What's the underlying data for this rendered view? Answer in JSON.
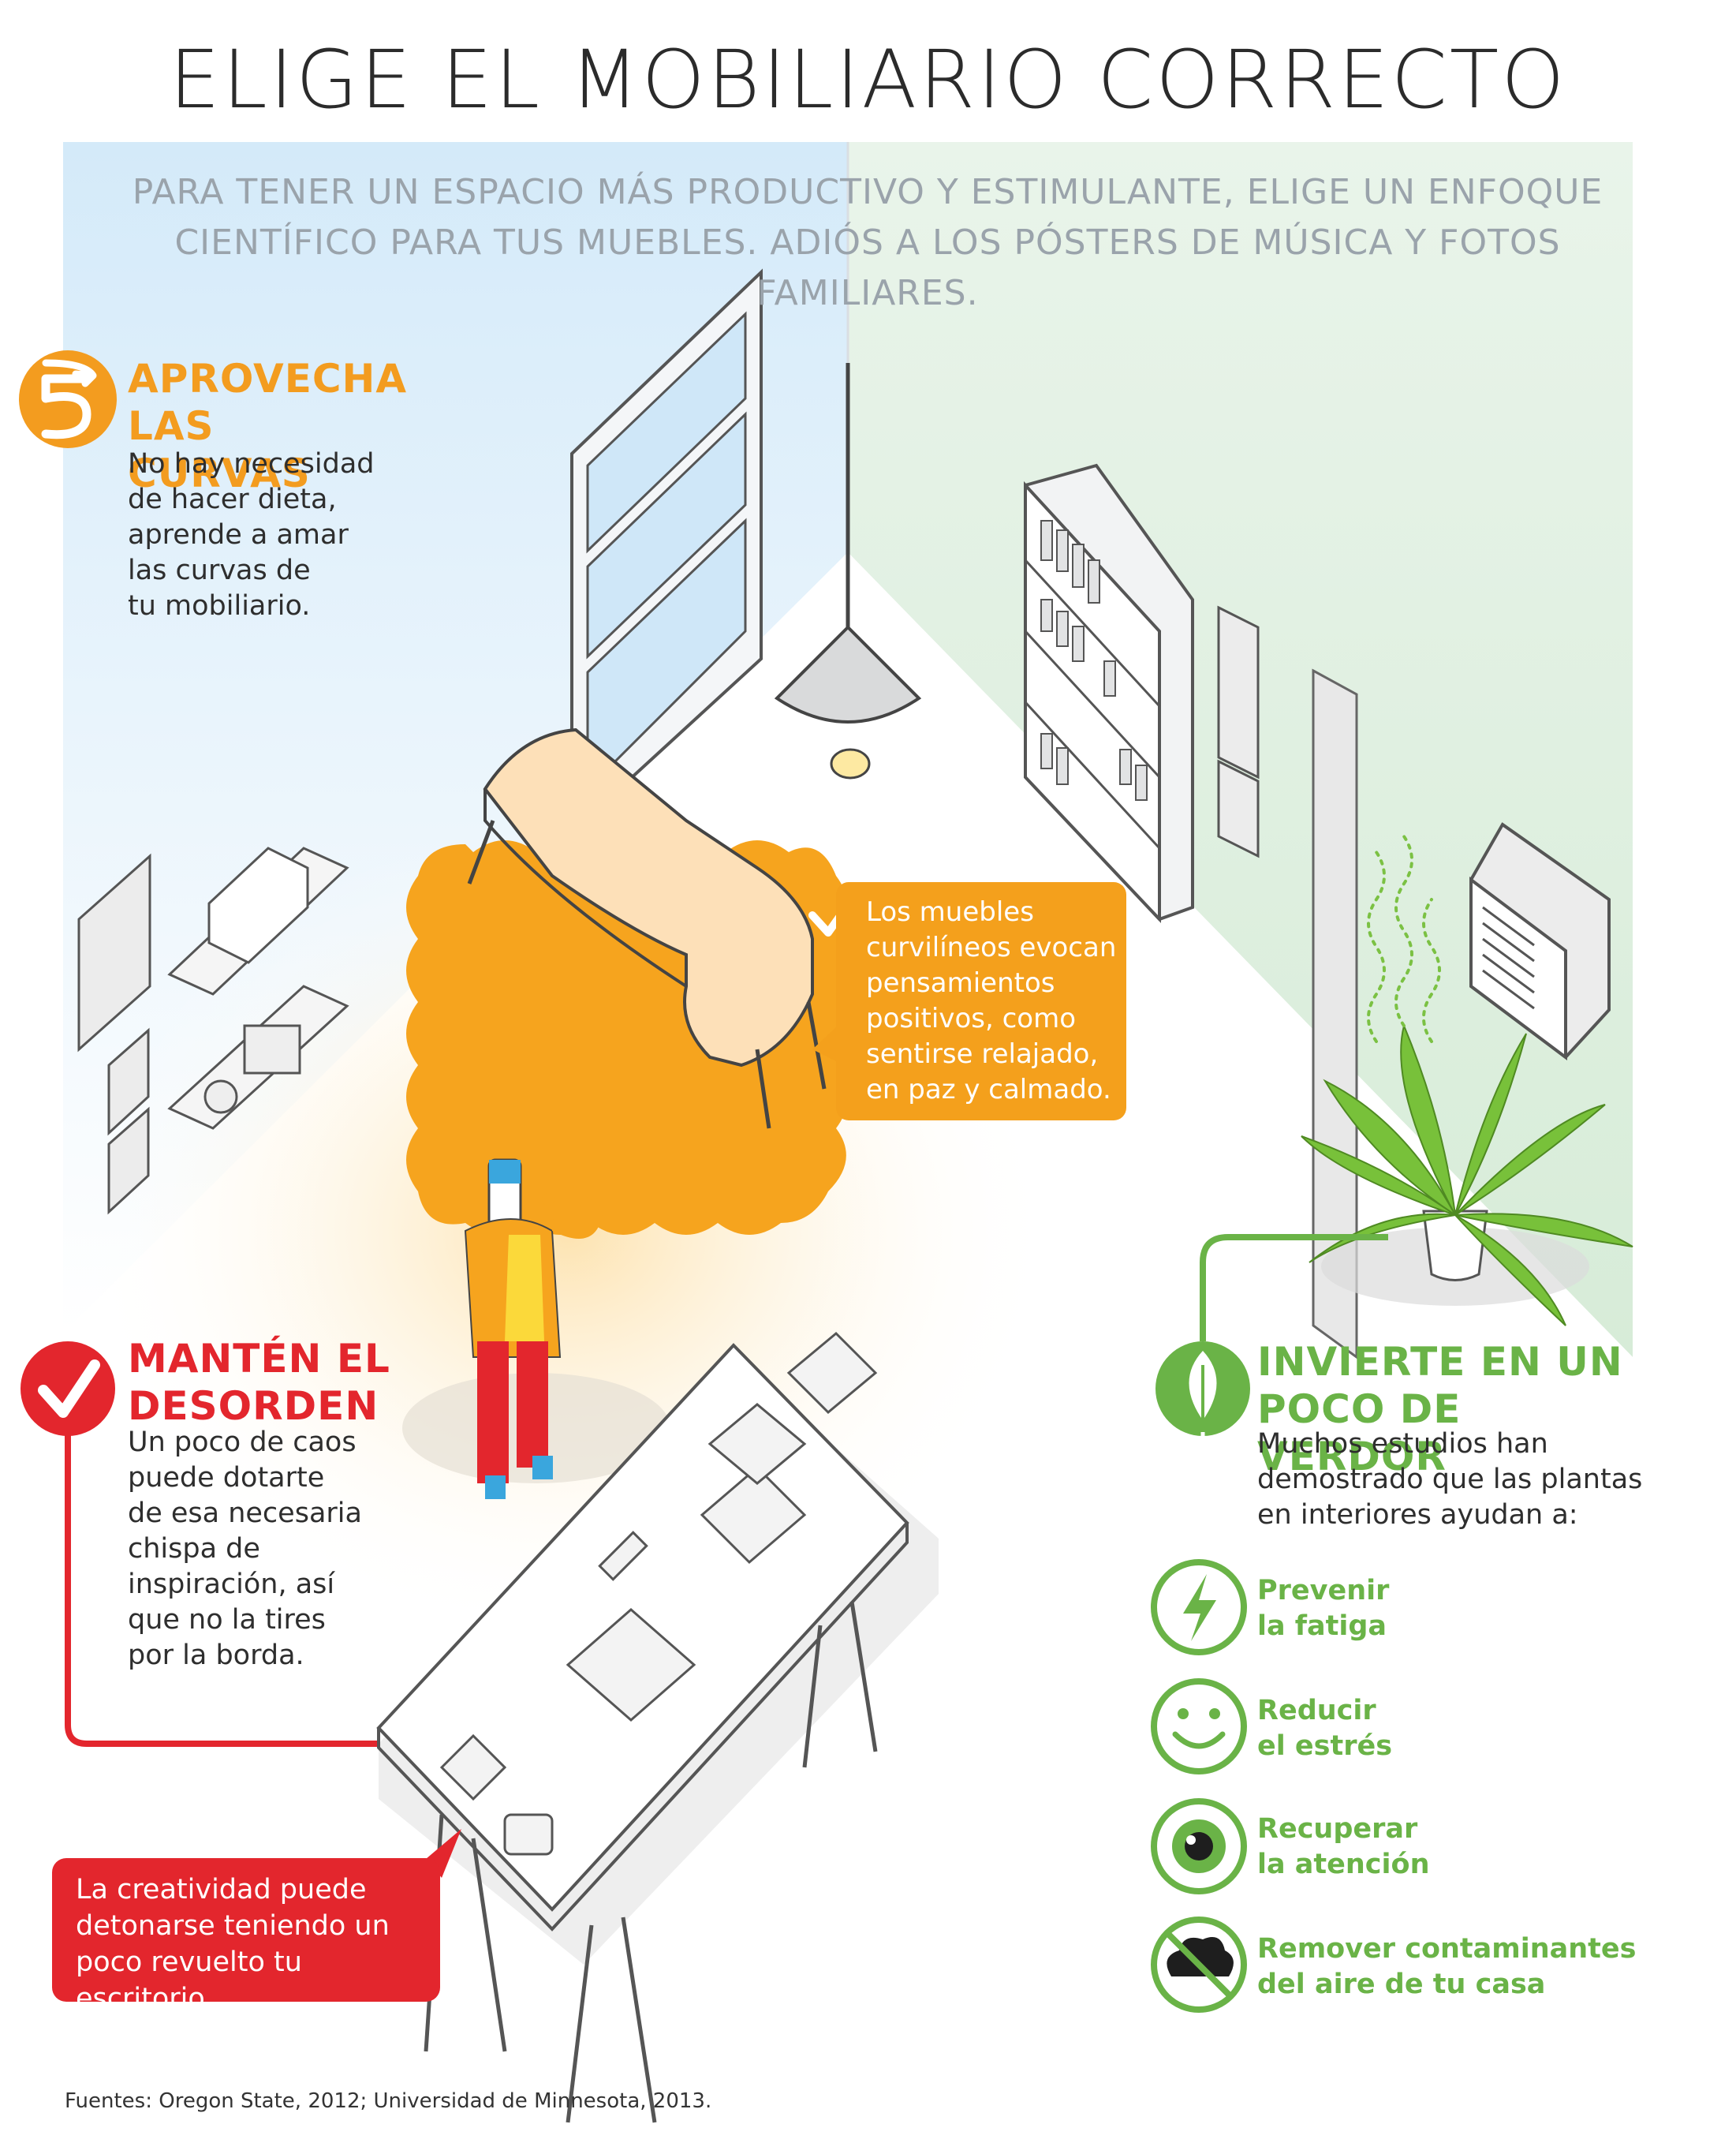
{
  "title": "ELIGE EL MOBILIARIO CORRECTO",
  "subtitle": {
    "line1": "PARA TENER UN ESPACIO MÁS PRODUCTIVO Y ESTIMULANTE, ELIGE UN ENFOQUE",
    "line2": "CIENTÍFICO PARA TUS MUEBLES. ADIÓS A LOS PÓSTERS DE MÚSICA Y FOTOS FAMILIARES."
  },
  "colors": {
    "orange": "#f39c1f",
    "red": "#e3262d",
    "green": "#6ab347",
    "wall_left": "#dbeefb",
    "wall_right": "#e3f2e3"
  },
  "sections": {
    "curves": {
      "icon": "curve-arrow-icon",
      "heading_line1": "APROVECHA",
      "heading_line2": "LAS CURVAS",
      "body_lines": [
        "No hay necesidad",
        "de hacer dieta,",
        "aprende a amar",
        "las curvas de",
        "tu mobiliario."
      ],
      "callout_lines": [
        "Los muebles",
        "curvilíneos evocan",
        "pensamientos",
        "positivos, como",
        "sentirse relajado,",
        "en paz y calmado."
      ]
    },
    "mess": {
      "icon": "checkmark-icon",
      "heading_line1": "MANTÉN EL",
      "heading_line2": "DESORDEN",
      "body_lines": [
        "Un poco de caos",
        "puede dotarte",
        "de esa necesaria",
        "chispa de",
        "inspiración, así",
        "que no la tires",
        "por la borda."
      ],
      "callout_lines": [
        "La creatividad puede",
        "detonarse teniendo un",
        "poco revuelto tu escritorio."
      ]
    },
    "green": {
      "icon": "leaf-icon",
      "heading_line1": "INVIERTE EN UN",
      "heading_line2": "POCO DE VERDOR",
      "body_lines": [
        "Muchos estudios han",
        "demostrado que las plantas",
        "en interiores ayudan a:"
      ],
      "benefits": [
        {
          "icon": "lightning-icon",
          "line1": "Prevenir",
          "line2": "la fatiga"
        },
        {
          "icon": "smiley-icon",
          "line1": "Reducir",
          "line2": "el estrés"
        },
        {
          "icon": "eye-icon",
          "line1": "Recuperar",
          "line2": "la atención"
        },
        {
          "icon": "no-pollution-icon",
          "line1": "Remover contaminantes",
          "line2": "del aire de tu casa"
        }
      ]
    }
  },
  "sources": "Fuentes: Oregon State, 2012; Universidad de Minnesota, 2013."
}
